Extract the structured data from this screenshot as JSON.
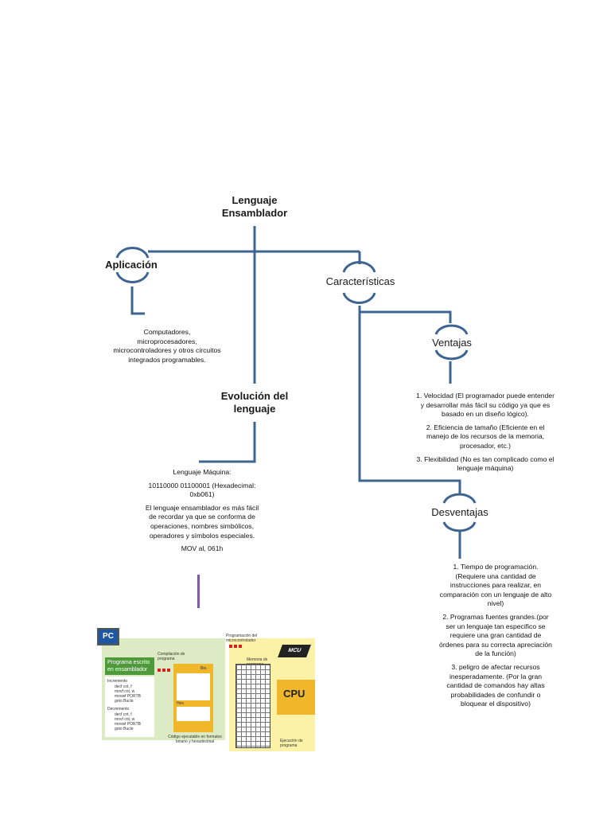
{
  "nodes": {
    "root": "Lenguaje Ensamblador",
    "aplicacion": "Aplicación",
    "caracteristicas": "Características",
    "evolucion": "Evolución del lenguaje",
    "ventajas": "Ventajas",
    "desventajas": "Desventajas"
  },
  "texts": {
    "aplicacion_desc": "Computadores, microprocesadores, microcontroladores y otros circuitos integrados programables.",
    "evolucion": [
      "Lenguaje Máquina:",
      "10110000 01100001 (Hexadecimal: 0xb061)",
      "El lenguaje ensamblador es más fácil de recordar ya que se conforma de operaciones, nombres simbólicos, operadores y símbolos especiales.",
      "MOV al, 061h"
    ],
    "ventajas": [
      "1. Velocidad (El programador puede entender y desarrollar más fácil su código ya que es basado en un diseño lógico).",
      "2. Eficiencia de tamaño (Eficiente en el manejo de los recursos de la memoria, procesador, etc.)",
      "3. Flexibilidad (No es tan complicado como el lenguaje máquina)"
    ],
    "desventajas": [
      "1. Tiempo de programación. (Requiere una cantidad de instrucciones para realizar, en comparación con un lenguaje de alto nivel)",
      "2. Programas fuentes grandes.(por ser un lenguaje tan especifico se requiere una gran cantidad de órdenes para su correcta apreciación de la función)",
      "3. peligro de afectar recursos inesperadamente. (Por la gran cantidad de comandos hay altas probabilidades de confundir o bloquear el dispositivo)"
    ]
  },
  "illustration": {
    "pc": "PC",
    "programa": "Programa escrito en ensamblador",
    "compilacion": "Compilación de programa",
    "programacion": "Programación del microcontrolador",
    "bin": "Bin.",
    "hex": "Hex.",
    "codigo": "Código ejecutable en formatos binario y hexadecimal",
    "memoria": "Memoria de programa",
    "cpu": "CPU",
    "chip": "MCU",
    "ejecucion": "Ejecución de programa",
    "incremento": "Incremento",
    "decremento": "Decremento",
    "asm_lines_1": [
      "decf  cnt, f",
      "movf  cnt, w",
      "movwf PORTB",
      "goto  Bucle"
    ],
    "asm_lines_2": [
      "decf  cnt, f",
      "movf  cnt, w",
      "movwf PORTB",
      "goto  Bucle"
    ]
  },
  "colors": {
    "line": "#3e6491",
    "bar": "#7c5aa6"
  }
}
